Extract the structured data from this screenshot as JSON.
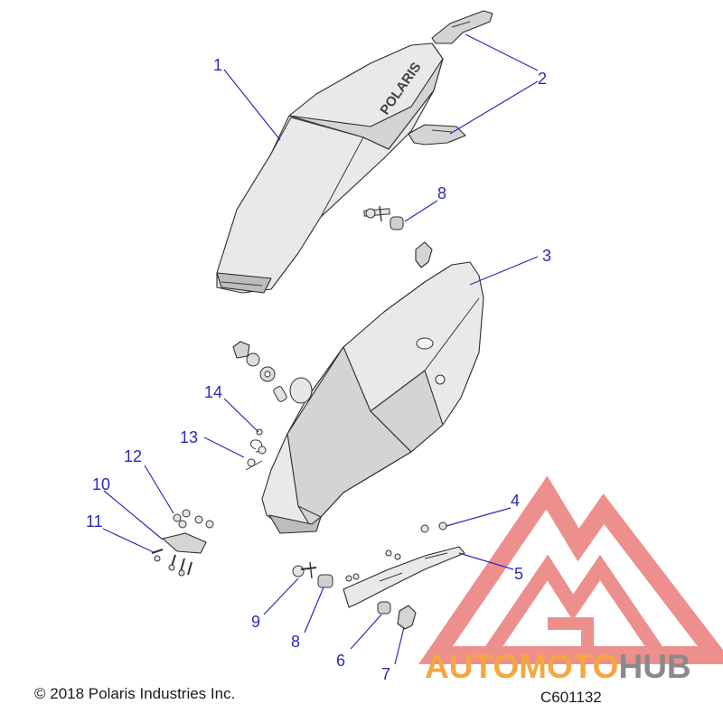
{
  "callouts": {
    "c1": "1",
    "c2": "2",
    "c3": "3",
    "c4": "4",
    "c5": "5",
    "c6": "6",
    "c7": "7",
    "c8a": "8",
    "c8b": "8",
    "c9": "9",
    "c10": "10",
    "c11": "11",
    "c12": "12",
    "c13": "13",
    "c14": "14"
  },
  "seat_logo_text": "POLARIS",
  "footer": {
    "copyright": "© 2018 Polaris Industries Inc.",
    "drawing_number": "C601132"
  },
  "watermark": {
    "word_part1": "AUTOMOTO",
    "word_part2": "HUB",
    "color_orange": "#f4a640",
    "color_gray": "#8a8a8a",
    "color_red": "#e8706e"
  },
  "colors": {
    "callout": "#2a2ab8"
  }
}
